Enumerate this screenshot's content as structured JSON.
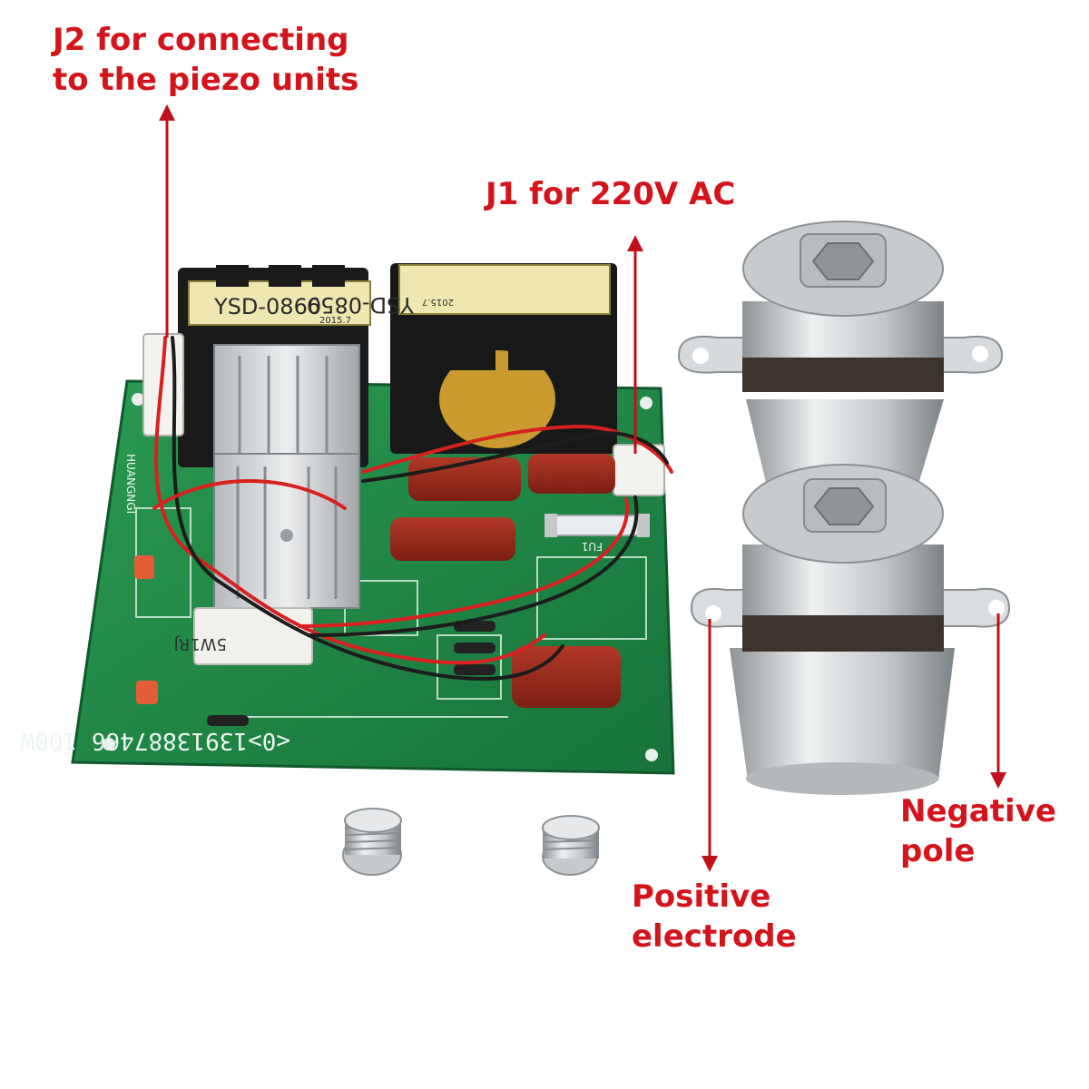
{
  "annotations": {
    "j2": {
      "line1": "J2 for connecting",
      "line2": "to the piezo units"
    },
    "j1": {
      "line1": "J1 for 220V AC"
    },
    "negative": {
      "line1": "Negative",
      "line2": "pole"
    },
    "positive": {
      "line1": "Positive",
      "line2": "electrode"
    }
  },
  "board": {
    "transformer_left": "YSD-0860",
    "transformer_left_date": "2015.7",
    "transformer_right": "YSD-0859",
    "transformer_right_date": "2015.7",
    "resistor": "5W1RJ",
    "silkscreen": "<0>13913887466 100W",
    "fuse": "FU1",
    "brand": "HUANGNGI"
  },
  "colors": {
    "annotation": "#d4141b",
    "pcb": "#1f8a45",
    "capacitor": "#9a2a1c",
    "metal": "#c9ccce"
  }
}
